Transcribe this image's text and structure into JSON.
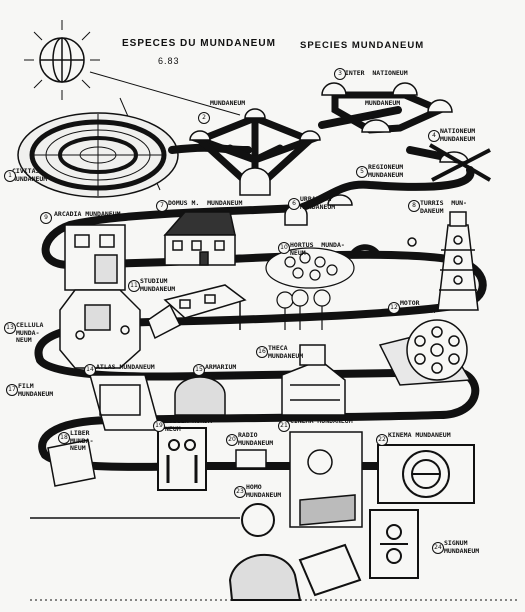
{
  "header": {
    "title_left": "ESPECES DU MUNDANEUM",
    "title_right": "SPECIES MUNDANEUM",
    "code": "6.83"
  },
  "stations": [
    {
      "id": "civitas",
      "num": "1",
      "label": "CIVITAS\nMUNDANEUM"
    },
    {
      "id": "mundaneum",
      "num": "2",
      "label": "MUNDANEUM"
    },
    {
      "id": "internationeum",
      "num": "3",
      "label": "INTER  NATIONEUM"
    },
    {
      "id": "mundaneum-3",
      "num": "",
      "label": "MUNDANEUM"
    },
    {
      "id": "nationeum",
      "num": "4",
      "label": "NATIONEUM\nMUNDANEUM"
    },
    {
      "id": "regioneum",
      "num": "5",
      "label": "REGIONEUM\nMUNDANEUM"
    },
    {
      "id": "urbaneum",
      "num": "6",
      "label": "URBANEUM\nMUNDANEUM"
    },
    {
      "id": "domus",
      "num": "7",
      "label": "DOMUS M.  MUNDANEUM"
    },
    {
      "id": "turris",
      "num": "8",
      "label": "TURRIS  MUN-\nDANEUM"
    },
    {
      "id": "arcadia",
      "num": "9",
      "label": "ARCADIA MUNDANEUM"
    },
    {
      "id": "hortus",
      "num": "10",
      "label": "HORTUS  MUNDA-\nNEUM"
    },
    {
      "id": "studium",
      "num": "11",
      "label": "STUDIUM\nMUNDANEUM"
    },
    {
      "id": "motor",
      "num": "12",
      "label": "MOTOR\nMUNDANEUM"
    },
    {
      "id": "cellula",
      "num": "13",
      "label": "CELLULA\nMUNDA-\nNEUM"
    },
    {
      "id": "atlas",
      "num": "14",
      "label": "ATLAS MUNDANEUM"
    },
    {
      "id": "armarium",
      "num": "15",
      "label": "ARMARIUM\nMUNDANEUM"
    },
    {
      "id": "theca",
      "num": "16",
      "label": "THECA\nMUNDANEUM"
    },
    {
      "id": "film",
      "num": "17",
      "label": "FILM\nMUNDANEUM"
    },
    {
      "id": "liber",
      "num": "18",
      "label": "LIBER\nMUNDA-\nNEUM"
    },
    {
      "id": "stella",
      "num": "19",
      "label": "STELLA MUNDA-\nNEUM"
    },
    {
      "id": "radio",
      "num": "20",
      "label": "RADIO\nMUNDANEUM"
    },
    {
      "id": "cinema",
      "num": "21",
      "label": "CINEMA MUNDANEUM"
    },
    {
      "id": "kinema",
      "num": "22",
      "label": "KINEMA MUNDANEUM"
    },
    {
      "id": "homo",
      "num": "23",
      "label": "HOMO\nMUNDANEUM"
    },
    {
      "id": "signum",
      "num": "24",
      "label": "SIGNUM\nMUNDANEUM"
    }
  ],
  "colors": {
    "ink": "#111111",
    "paper": "#f7f7f5",
    "shade": "#9a9a9a"
  }
}
